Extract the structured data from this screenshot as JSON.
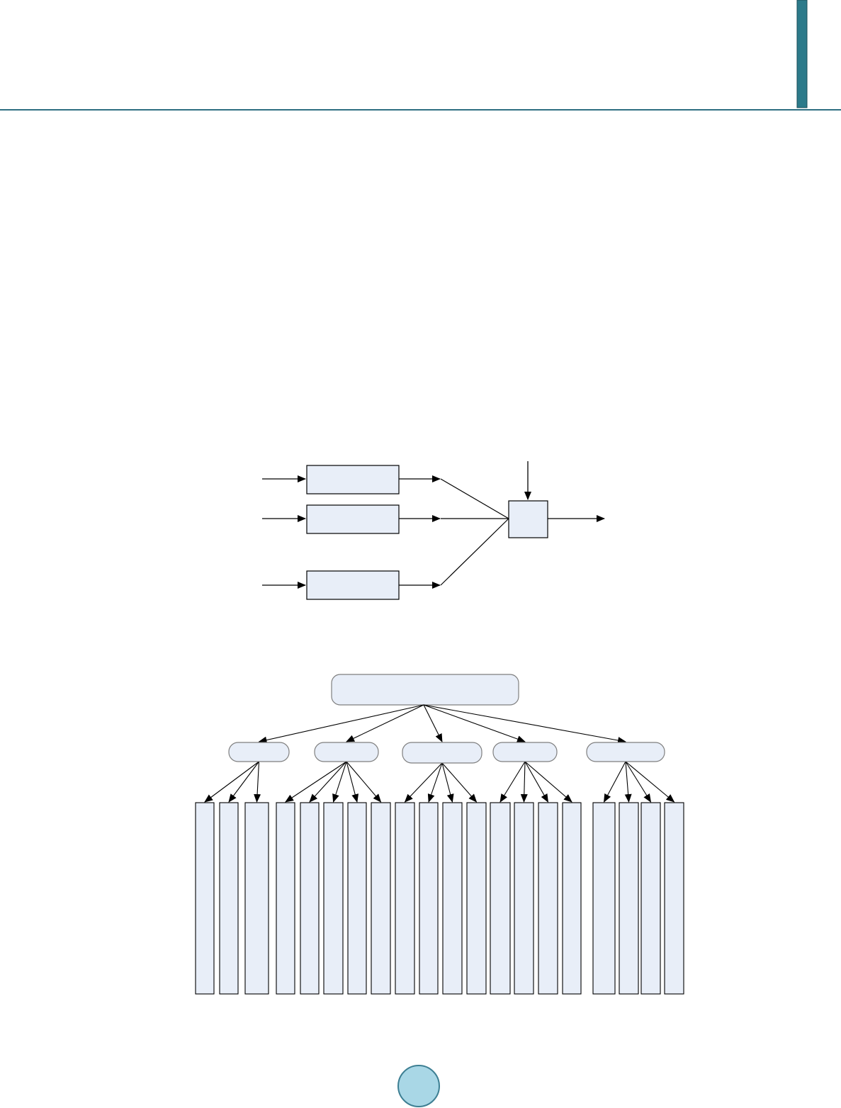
{
  "colors": {
    "rule": "#2e6f82",
    "header_bar": "#2c7a8a",
    "box_fill": "#e8eef8",
    "stroke": "#000000",
    "rounded_stroke": "#7f7f7f",
    "page_badge": "#a9d7e6",
    "page_badge_stroke": "#3d7f93"
  },
  "header": {
    "rule": true,
    "side_bar": true
  },
  "figure1": {
    "type": "block-diagram",
    "blocks": 3,
    "combiner": 1,
    "control_input": true,
    "output": true
  },
  "figure2": {
    "type": "hierarchy",
    "root": 1,
    "branches": 5,
    "leaves_per_branch": [
      3,
      5,
      4,
      4,
      4
    ]
  },
  "page_badge": {
    "shape": "circle",
    "text": ""
  }
}
